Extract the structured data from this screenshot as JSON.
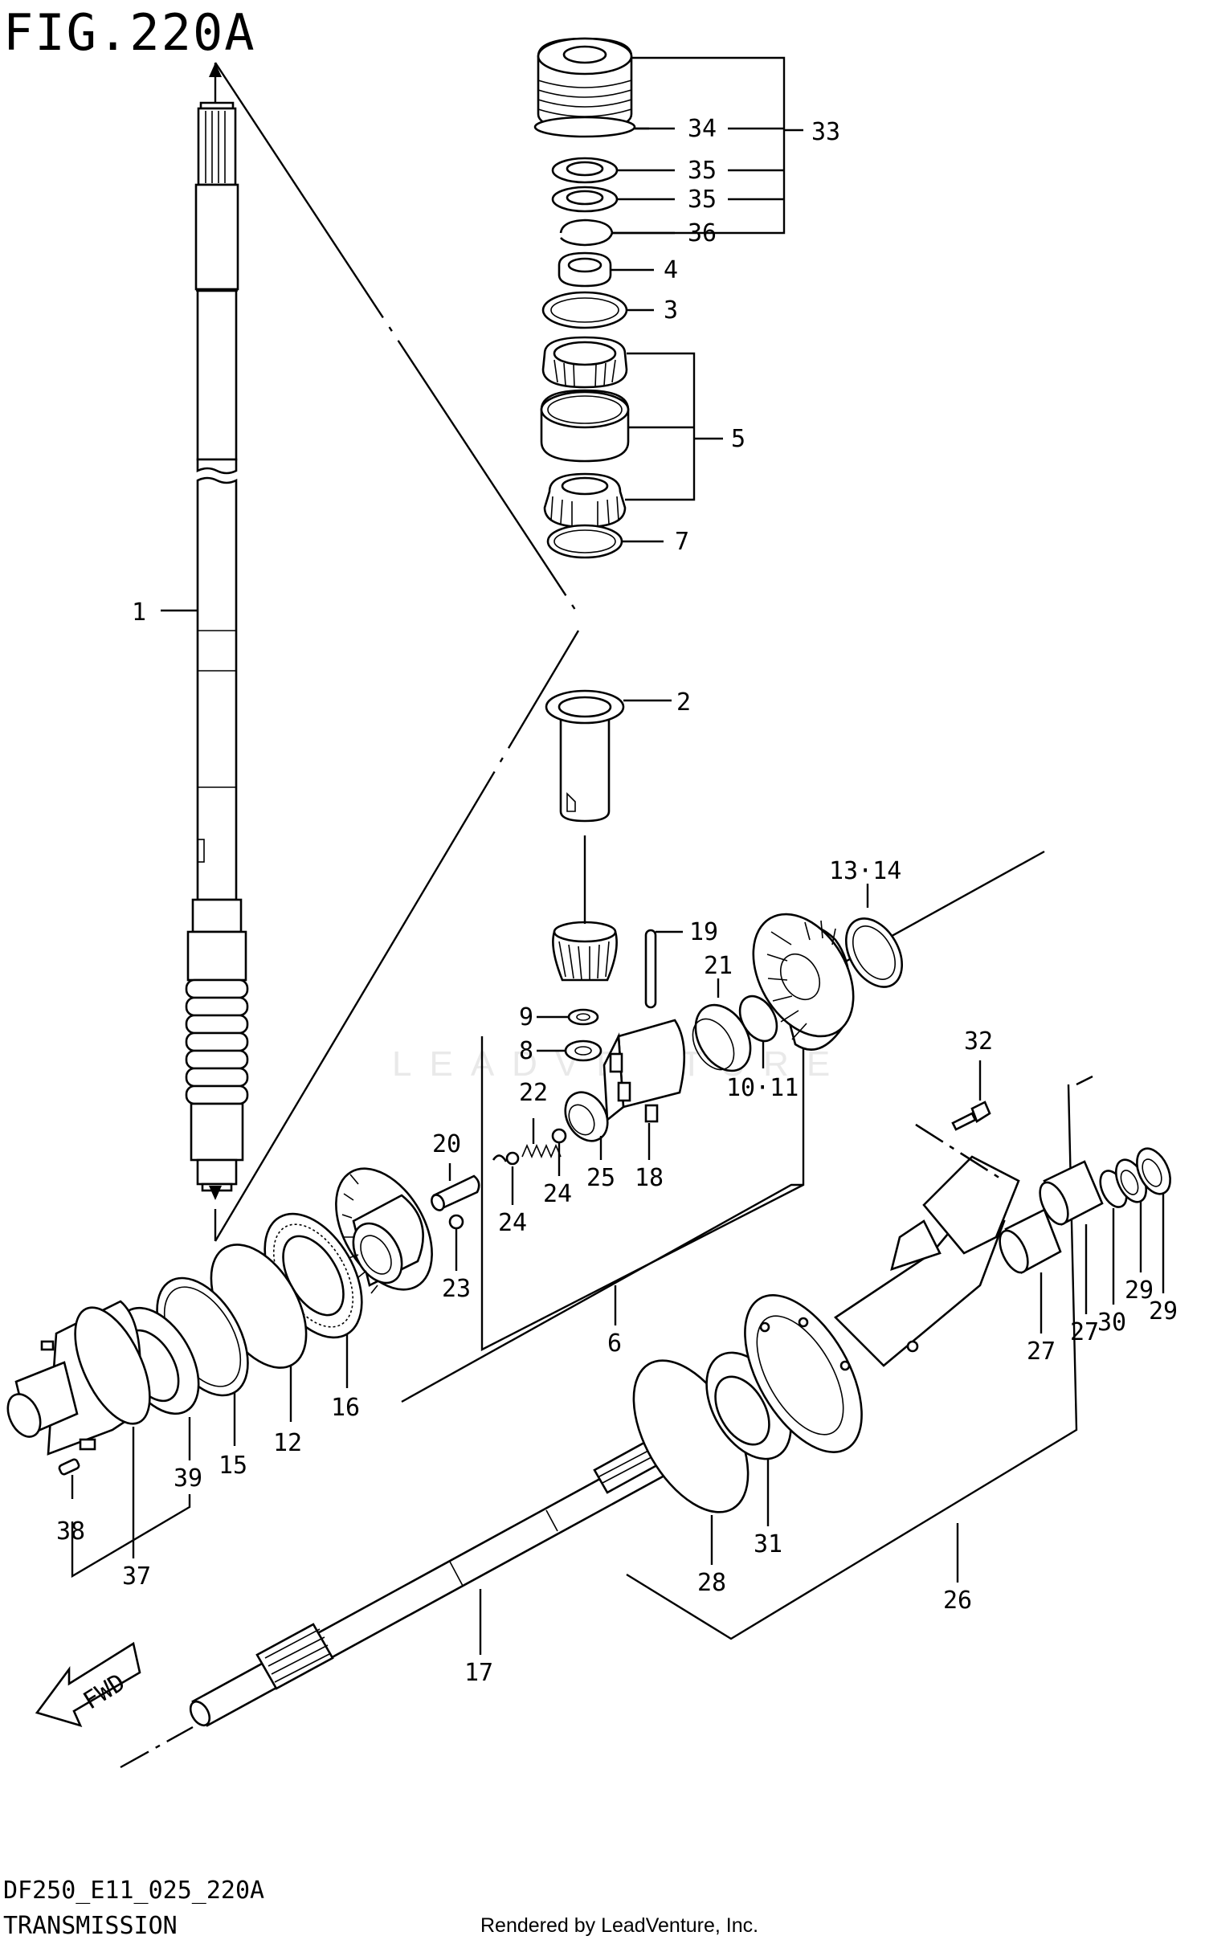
{
  "figure": {
    "title": "FIG.220A",
    "diagram_code": "DF250_E11_025_220A",
    "section": "TRANSMISSION",
    "credit": "Rendered by LeadVenture, Inc.",
    "watermark": "LEADVENTURE",
    "direction_label": "FWD"
  },
  "callouts": [
    {
      "id": "c1",
      "label": "1"
    },
    {
      "id": "c2",
      "label": "2"
    },
    {
      "id": "c3",
      "label": "3"
    },
    {
      "id": "c4",
      "label": "4"
    },
    {
      "id": "c5",
      "label": "5"
    },
    {
      "id": "c6",
      "label": "6"
    },
    {
      "id": "c7",
      "label": "7"
    },
    {
      "id": "c8",
      "label": "8"
    },
    {
      "id": "c9",
      "label": "9"
    },
    {
      "id": "c10",
      "label": "10·11"
    },
    {
      "id": "c12",
      "label": "12"
    },
    {
      "id": "c13",
      "label": "13·14"
    },
    {
      "id": "c15",
      "label": "15"
    },
    {
      "id": "c16",
      "label": "16"
    },
    {
      "id": "c17",
      "label": "17"
    },
    {
      "id": "c18",
      "label": "18"
    },
    {
      "id": "c19",
      "label": "19"
    },
    {
      "id": "c20",
      "label": "20"
    },
    {
      "id": "c21",
      "label": "21"
    },
    {
      "id": "c22",
      "label": "22"
    },
    {
      "id": "c23",
      "label": "23"
    },
    {
      "id": "c24a",
      "label": "24"
    },
    {
      "id": "c24b",
      "label": "24"
    },
    {
      "id": "c25",
      "label": "25"
    },
    {
      "id": "c26",
      "label": "26"
    },
    {
      "id": "c27a",
      "label": "27"
    },
    {
      "id": "c27b",
      "label": "27"
    },
    {
      "id": "c28",
      "label": "28"
    },
    {
      "id": "c29a",
      "label": "29"
    },
    {
      "id": "c29b",
      "label": "29"
    },
    {
      "id": "c30",
      "label": "30"
    },
    {
      "id": "c31",
      "label": "31"
    },
    {
      "id": "c32",
      "label": "32"
    },
    {
      "id": "c33",
      "label": "33"
    },
    {
      "id": "c34",
      "label": "34"
    },
    {
      "id": "c35a",
      "label": "35"
    },
    {
      "id": "c35b",
      "label": "35"
    },
    {
      "id": "c36",
      "label": "36"
    },
    {
      "id": "c37",
      "label": "37"
    },
    {
      "id": "c38",
      "label": "38"
    },
    {
      "id": "c39",
      "label": "39"
    }
  ]
}
